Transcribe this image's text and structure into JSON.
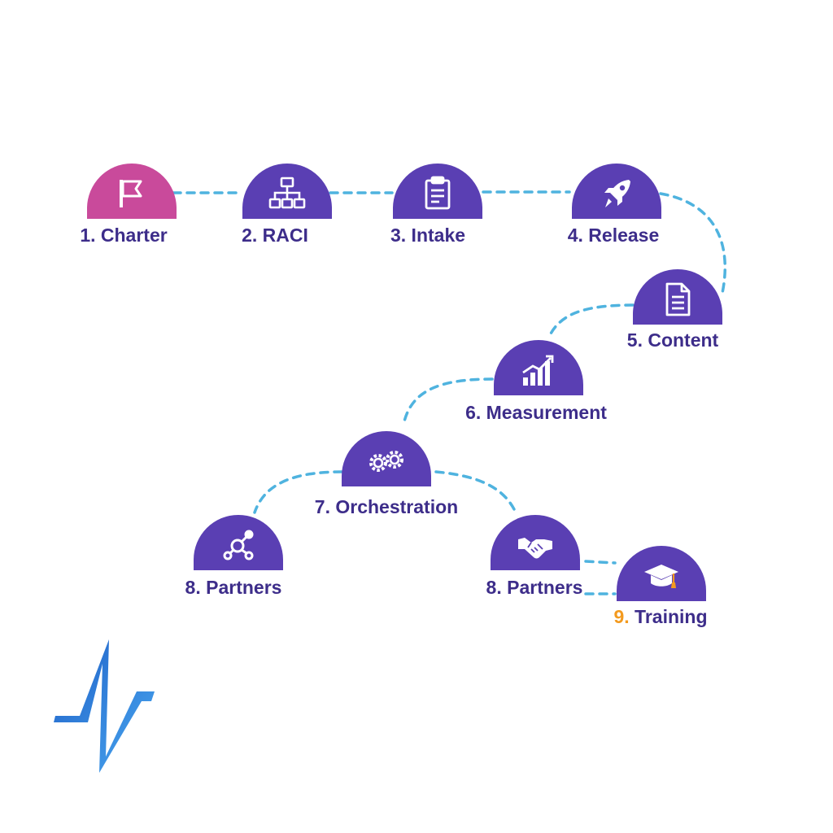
{
  "colors": {
    "primary": "#5a3fb3",
    "charter": "#c94a9b",
    "label": "#3d2d8a",
    "connector": "#4fb3df",
    "accent": "#f39a1e",
    "logo": "#2d7fe0"
  },
  "steps": [
    {
      "id": "charter",
      "label": "1. Charter",
      "icon": "flag-icon"
    },
    {
      "id": "raci",
      "label": "2. RACI",
      "icon": "org-chart-icon"
    },
    {
      "id": "intake",
      "label": "3. Intake",
      "icon": "clipboard-icon"
    },
    {
      "id": "release",
      "label": "4. Release",
      "icon": "rocket-icon"
    },
    {
      "id": "content",
      "label": "5. Content",
      "icon": "document-icon"
    },
    {
      "id": "measurement",
      "label": "6. Measurement",
      "icon": "bar-chart-icon"
    },
    {
      "id": "orchestration",
      "label": "7. Orchestration",
      "icon": "gears-icon"
    },
    {
      "id": "partners-a",
      "label": "8. Partners",
      "icon": "network-icon"
    },
    {
      "id": "partners-b",
      "label": "8. Partners",
      "icon": "handshake-icon"
    },
    {
      "id": "training",
      "label_num": "9.",
      "label_text": " Training",
      "icon": "graduation-cap-icon"
    }
  ],
  "logo": {
    "icon": "pulse-logo-icon"
  }
}
